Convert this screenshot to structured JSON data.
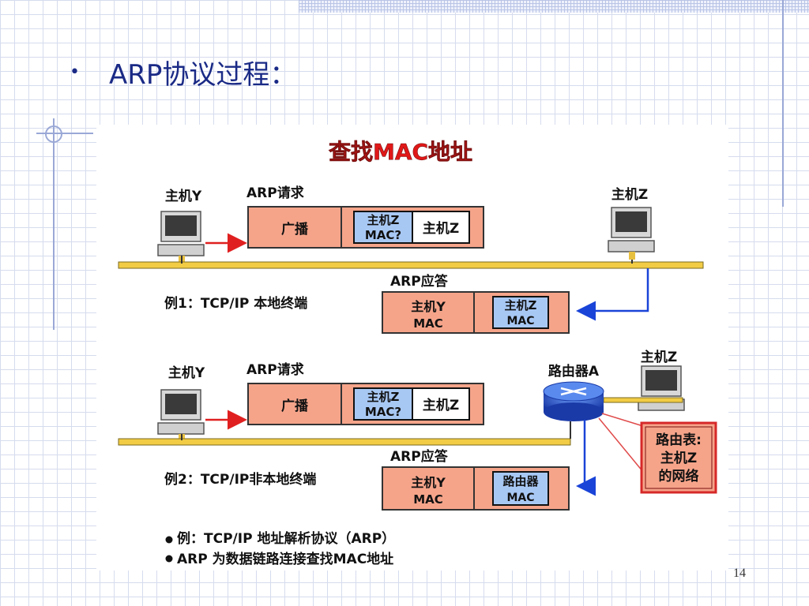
{
  "slide": {
    "bullet": "•",
    "title": "ARP协议过程：",
    "page_number": "14"
  },
  "figure": {
    "title": "查找MAC地址",
    "example1": {
      "host_y": "主机Y",
      "host_z": "主机Z",
      "request_label": "ARP请求",
      "broadcast": "广播",
      "query_line1": "主机Z",
      "query_line2": "MAC?",
      "target": "主机Z",
      "reply_label": "ARP应答",
      "reply_src_line1": "主机Y",
      "reply_src_line2": "MAC",
      "reply_ans_line1": "主机Z",
      "reply_ans_line2": "MAC",
      "caption": "例1：TCP/IP 本地终端"
    },
    "example2": {
      "host_y": "主机Y",
      "host_z": "主机Z",
      "router": "路由器A",
      "request_label": "ARP请求",
      "broadcast": "广播",
      "query_line1": "主机Z",
      "query_line2": "MAC?",
      "target": "主机Z",
      "reply_label": "ARP应答",
      "reply_src_line1": "主机Y",
      "reply_src_line2": "MAC",
      "reply_ans_line1": "路由器",
      "reply_ans_line2": "MAC",
      "route_table_line1": "路由表:",
      "route_table_line2": "主机Z",
      "route_table_line3": "的网络",
      "caption": "例2：TCP/IP非本地终端"
    },
    "notes": [
      "例：TCP/IP 地址解析协议（ARP）",
      "ARP 为数据链路连接查找MAC地址"
    ]
  },
  "colors": {
    "title_text": "#1a2a86",
    "figure_title": "#e01818",
    "packet_fill": "#f5a48a",
    "query_fill": "#a8c8f4",
    "bus": "#f2cc44",
    "arrow_red": "#e02020",
    "arrow_blue": "#1a44d8",
    "router": "#2a5ad8",
    "route_table_border": "#d62828"
  }
}
